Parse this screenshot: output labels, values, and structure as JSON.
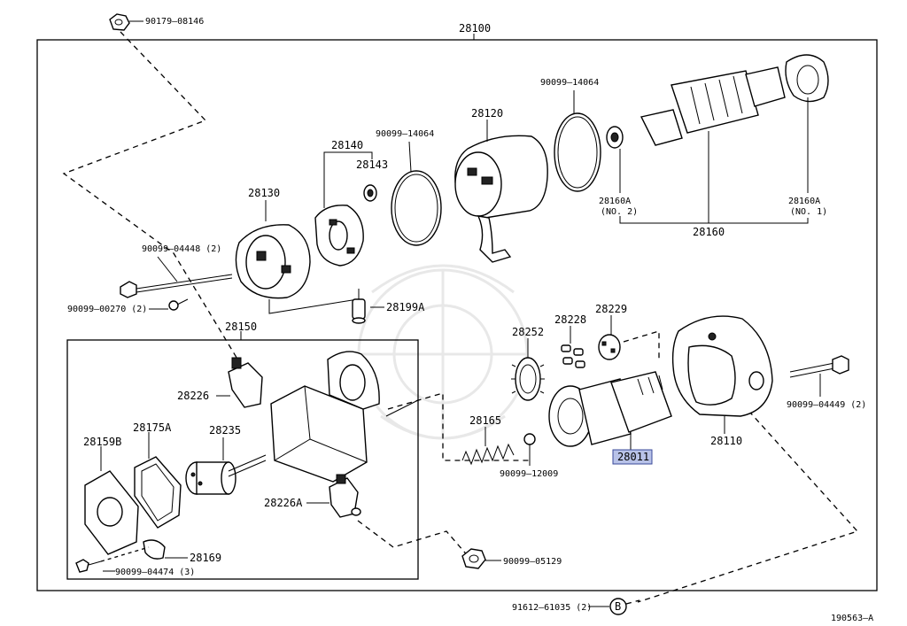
{
  "diagram": {
    "assembly_label": "28100",
    "figure_id": "190563–A",
    "highlighted_part": "28011",
    "labels": {
      "p90179_08146": "90179–08146",
      "p28120": "28120",
      "p90099_14064_a": "90099–14064",
      "p90099_14064_b": "90099–14064",
      "p28140": "28140",
      "p28143": "28143",
      "p28130": "28130",
      "p90099_04448": "90099–04448 (2)",
      "p90099_00270": "90099–00270 (2)",
      "p28199A": "28199A",
      "p28160A_2": "28160A",
      "p28160A_2_sub": "(NO. 2)",
      "p28160A_1": "28160A",
      "p28160A_1_sub": "(NO. 1)",
      "p28160": "28160",
      "p28150": "28150",
      "p28226": "28226",
      "p28175A": "28175A",
      "p28159B": "28159B",
      "p28235": "28235",
      "p28226A": "28226A",
      "p28169": "28169",
      "p90099_04474": "90099–04474 (3)",
      "p28252": "28252",
      "p28228": "28228",
      "p28229": "28229",
      "p28165": "28165",
      "p90099_12009": "90099–12009",
      "p28011": "28011",
      "p28110": "28110",
      "p90099_04449": "90099–04449 (2)",
      "p90099_05129": "90099–05129",
      "p91612_61035": "91612–61035 (2)",
      "ref_B": "B"
    }
  }
}
